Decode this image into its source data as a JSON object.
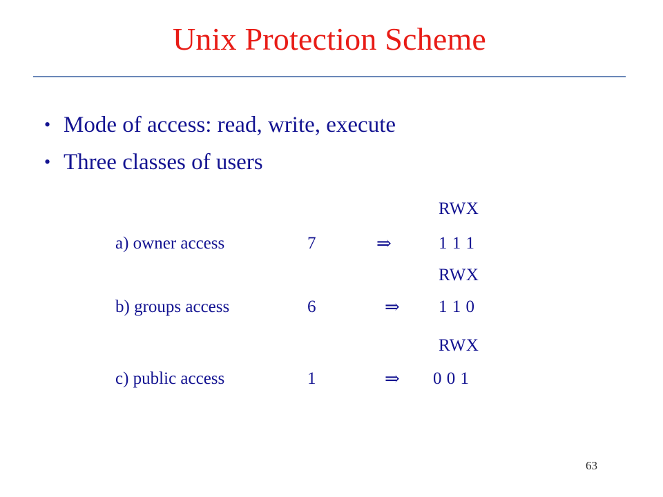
{
  "slide": {
    "title": "Unix Protection Scheme",
    "page_number": "63",
    "colors": {
      "title_red": "#e81c16",
      "body_blue": "#131391",
      "rule_blue": "#6a87b8",
      "background": "#ffffff",
      "page_number_gray": "#2b2b2b"
    },
    "bullets": [
      {
        "marker": "•",
        "text": "Mode of access:  read, write, execute"
      },
      {
        "marker": "•",
        "text": "Three classes of users"
      }
    ],
    "permission_table": {
      "groups": [
        {
          "header": "RWX",
          "label": "a) owner access",
          "octal": "7",
          "arrow": "⇒",
          "bits": "1 1 1"
        },
        {
          "header": "RWX",
          "label": "b) groups access",
          "octal": "6",
          "arrow": "⇒",
          "bits": "1 1 0"
        },
        {
          "header": "RWX",
          "label": "c) public access",
          "octal": "1",
          "arrow": "⇒",
          "bits": "0 0 1"
        }
      ]
    }
  }
}
